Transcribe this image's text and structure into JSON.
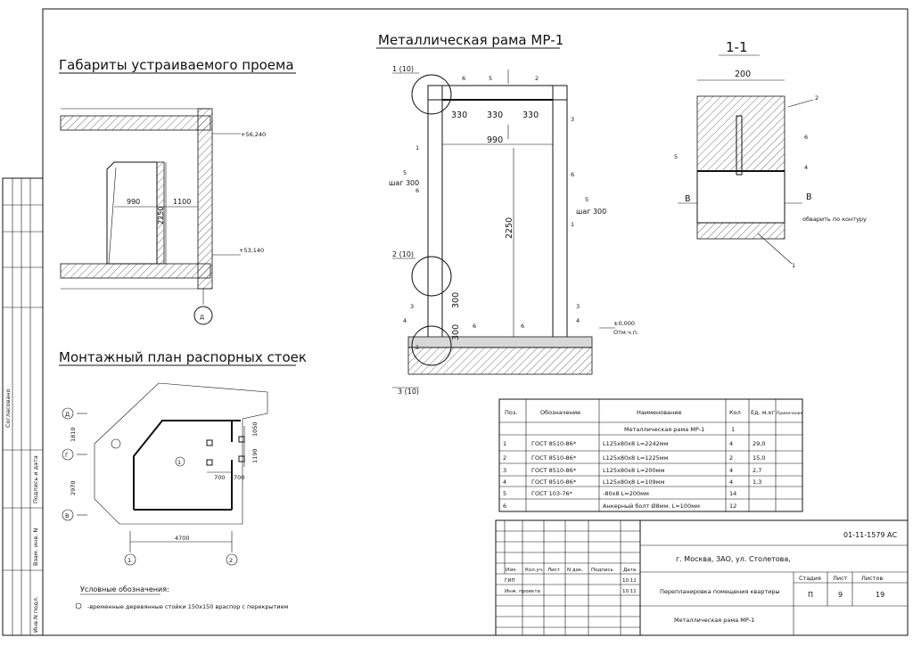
{
  "titles": {
    "frame": "Металлическая рама МР-1",
    "opening": "Габариты устраиваемого проема",
    "plan": "Монтажный план распорных стоек",
    "section": "1-1"
  },
  "opening": {
    "elev_top": "+56,240",
    "elev_bottom": "+53,140",
    "width": "990",
    "width_outer": "1100",
    "height": "2250",
    "axis": "Д"
  },
  "frame": {
    "seg1": "330",
    "seg2": "330",
    "seg3": "330",
    "width": "990",
    "height": "2250",
    "dim300a": "300",
    "dim300b": "300",
    "step_left": "шаг 300",
    "step_right": "шаг 300",
    "zero": "±0,000",
    "zero_sub": "Отм.ч.п.",
    "call1": "1 (10)",
    "call2": "2 (10)",
    "call3": "3 (10)",
    "nums": [
      "6",
      "5",
      "2",
      "3",
      "1",
      "5",
      "6",
      "6",
      "5",
      "1",
      "3",
      "4",
      "6",
      "6",
      "4",
      "3",
      "1"
    ]
  },
  "section": {
    "width": "200",
    "letter": "В",
    "note": "обварить по контуру",
    "nums": [
      "2",
      "6",
      "5",
      "4",
      "1"
    ]
  },
  "plan": {
    "dims": [
      "1810",
      "2970",
      "4700",
      "700",
      "700",
      "1050",
      "1190"
    ],
    "axes_left": [
      "Д",
      "Г",
      "В"
    ],
    "axes_bottom": [
      "1",
      "2"
    ],
    "circle": "1",
    "legend_title": "Условные обозначения:",
    "legend_text": "-временные деревянные стойки 150х150 враспор с перекрытием"
  },
  "spec": {
    "headers": [
      "Поз.",
      "Обозначение",
      "Наименование",
      "Кол",
      "Ед. м.кг",
      "Примечание"
    ],
    "rows": [
      [
        "",
        "",
        "Металлическая рама МР-1",
        "1",
        "",
        ""
      ],
      [
        "1",
        "ГОСТ 8510-86*",
        "L125х80х8          L=2242мм",
        "4",
        "29,0",
        ""
      ],
      [
        "2",
        "ГОСТ 8510-86*",
        "L125х80х8          L=1225мм",
        "2",
        "15,0",
        ""
      ],
      [
        "3",
        "ГОСТ 8510-86*",
        "L125х80х8          L=200мм",
        "4",
        "2,7",
        ""
      ],
      [
        "4",
        "ГОСТ 8510-86*",
        "L125х80х8          L=109мм",
        "4",
        "1,3",
        ""
      ],
      [
        "5",
        "ГОСТ 103-76*",
        "-80х8              L=200мм",
        "14",
        "",
        ""
      ],
      [
        "6",
        "",
        "Анкерный болт Ø8мм. L=100мм",
        "12",
        "",
        ""
      ]
    ]
  },
  "stamp": {
    "code": "01-11-1579 АС",
    "address": "г. Москва, ЗАО, ул. Столетова,",
    "project": "Перепланировка помещения квартиры",
    "sheet_title": "Металлическая рама МР-1",
    "cols": [
      "Изм.",
      "Кол.уч.",
      "Лист",
      "N док.",
      "Подпись",
      "Дата"
    ],
    "r1": [
      "ГИП",
      "10.11"
    ],
    "r2": [
      "Инж. проекта",
      "10.11"
    ],
    "stage_hdr": "Стадия",
    "sheet_hdr": "Лист",
    "sheets_hdr": "Листов",
    "stage": "П",
    "sheet": "9",
    "sheets": "19"
  },
  "side": {
    "agreed": "Согласовано",
    "sign_date": "Подпись и дата",
    "inv_in": "Взам. инв. N",
    "inv_orig": "Инв.N подл."
  }
}
